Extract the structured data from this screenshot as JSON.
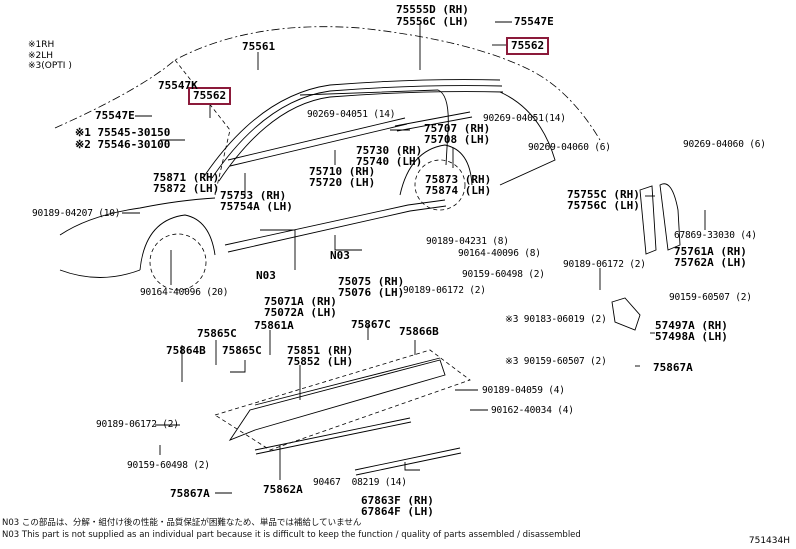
{
  "legend": [
    {
      "mark": "※1",
      "text": "RH"
    },
    {
      "mark": "※2",
      "text": "LH"
    },
    {
      "mark": "※3",
      "text": "(OPTI        )"
    }
  ],
  "highlighted_parts": [
    "75562",
    "75562"
  ],
  "labels": {
    "p75561": "75561",
    "p75547K": "75547K",
    "p75547E_left": "75547E",
    "p75545": "※1 75545-30150",
    "p75546": "※2 75546-30100",
    "p75555D": "75555D (RH)",
    "p75556C": "75556C (LH)",
    "p75547E_right": "75547E",
    "p90269_04051_a": "90269-04051 (14)",
    "p90269_04051_b": "90269-04051(14)",
    "p75707": "75707 (RH)",
    "p75708": "75708 (LH)",
    "p90269_04060_a": "90269-04060 (6)",
    "p90269_04060_b": "90269-04060 (6)",
    "p75730": "75730 (RH)",
    "p75740": "75740 (LH)",
    "p75710": "75710 (RH)",
    "p75720": "75720 (LH)",
    "p75873": "75873 (RH)",
    "p75874": "75874 (LH)",
    "p75871": "75871 (RH)",
    "p75872": "75872 (LH)",
    "p75753": "75753 (RH)",
    "p75754A": "75754A (LH)",
    "p90189_04207": "90189-04207 (10)",
    "p90164_40096_20": "90164-40096 (20)",
    "p75755C": "75755C (RH)",
    "p75756C": "75756C (LH)",
    "p67869": "67869-33030 (4)",
    "p75761A": "75761A (RH)",
    "p75762A": "75762A (LH)",
    "p90189_04231": "90189-04231 (8)",
    "p90164_40096_8": "90164-40096 (8)",
    "n03_a": "N03",
    "n03_b": "N03",
    "p75075": "75075 (RH)",
    "p75076": "75076 (LH)",
    "p75071A": "75071A (RH)",
    "p75072A": "75072A (LH)",
    "p90189_06172_right": "90189-06172 (2)",
    "p90159_60507_right": "90159-60507 (2)",
    "p90159_60498_top": "90159-60498 (2)",
    "p90189_06172_mid": "90189-06172 (2)",
    "p57497A": "57497A (RH)",
    "p57498A": "57498A (LH)",
    "p90183_06019": "※3 90183-06019 (2)",
    "p90159_60507_mid": "※3 90159-60507 (2)",
    "p75867A_right": "75867A",
    "p75865C_a": "75865C",
    "p75861A": "75861A",
    "p75867C": "75867C",
    "p75866B": "75866B",
    "p75864B": "75864B",
    "p75865C_b": "75865C",
    "p75851": "75851 (RH)",
    "p75852": "75852 (LH)",
    "p90189_04059": "90189-04059 (4)",
    "p90162_40034": "90162-40034 (4)",
    "p90189_06172_left": "90189-06172 (2)",
    "p90159_60498_left": "90159-60498 (2)",
    "p75867A_left": "75867A",
    "p75862A": "75862A",
    "p90467": "90467  08219 (14)",
    "p67863F": "67863F (RH)",
    "p67864F": "67864F (LH)"
  },
  "notes": {
    "jp": "N03 この部品は、分解・組付け後の性能・品質保証が困難なため、単品では補給していません",
    "en": "N03 This part is not supplied as an individual part because it is difficult to keep the function / quality of parts assembled / disassembled"
  },
  "figure_id": "751434H"
}
